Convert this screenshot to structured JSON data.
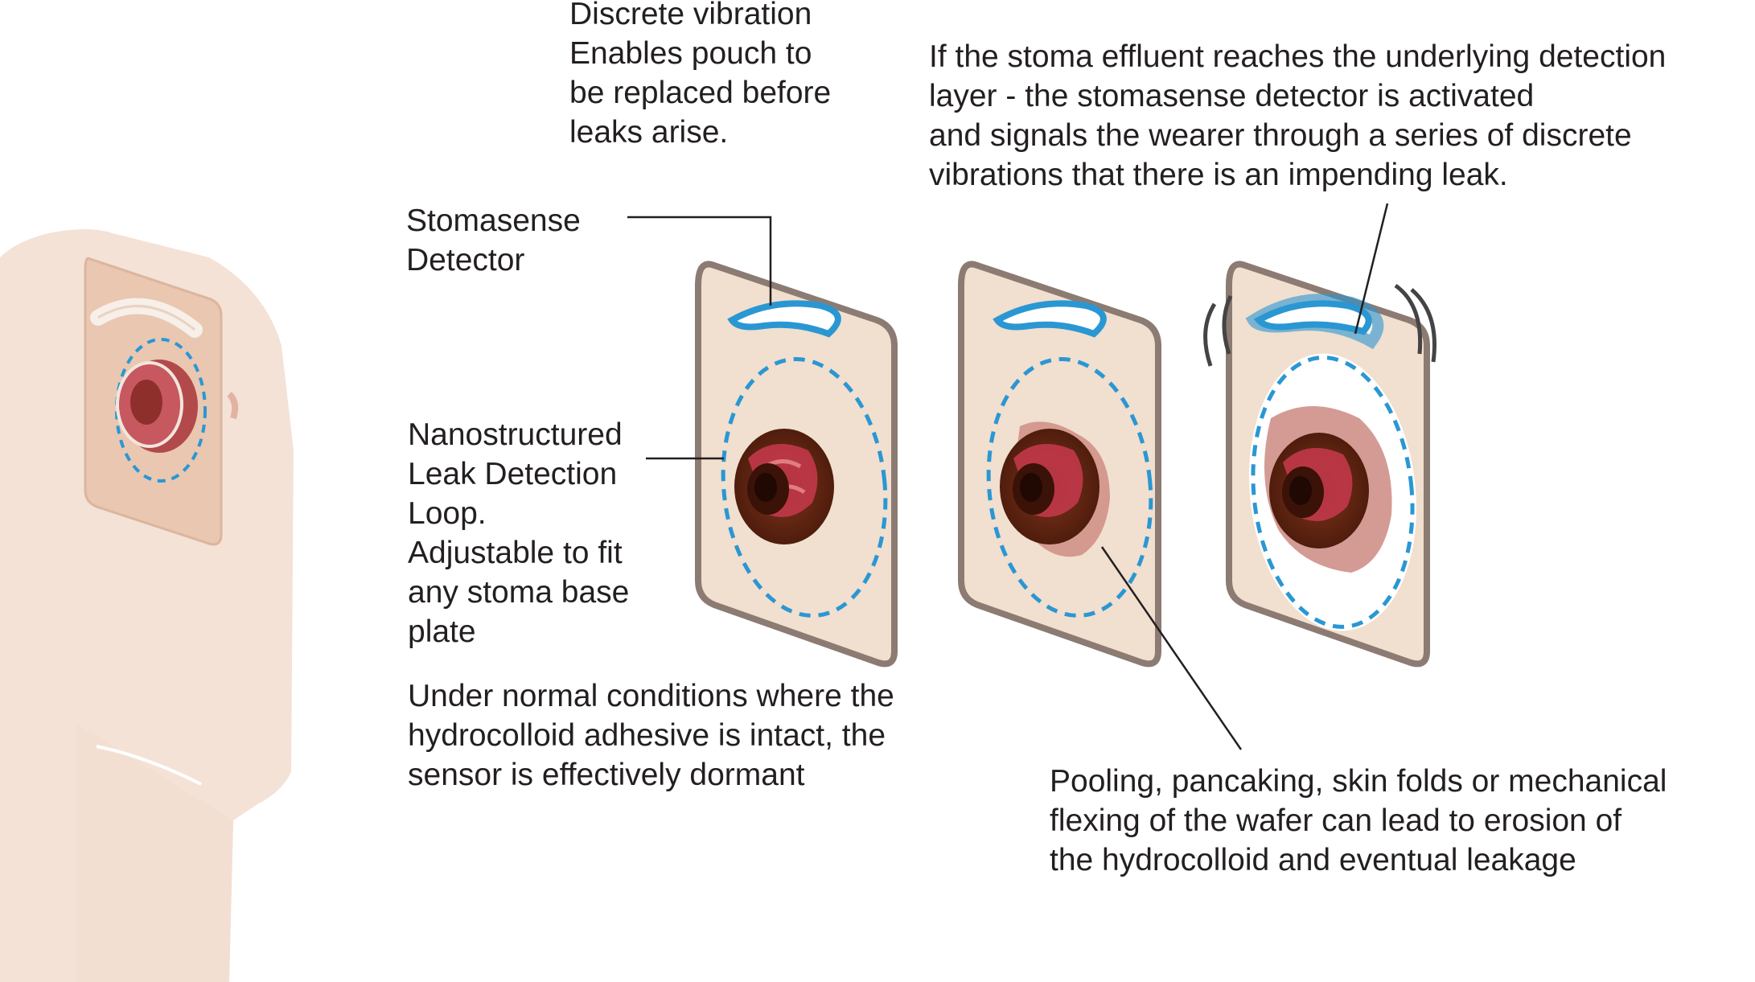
{
  "annotations": {
    "vibration": [
      "Discrete vibration",
      "Enables pouch to",
      "be replaced before",
      "leaks arise."
    ],
    "activation": [
      "If the stoma effluent reaches the underlying detection",
      "layer - the stomasense detector is activated",
      "and signals the wearer through a series of discrete",
      "vibrations that there is an impending leak."
    ],
    "detector": [
      "Stomasense",
      "Detector"
    ],
    "loop": [
      "Nanostructured",
      "Leak Detection",
      "Loop.",
      "Adjustable to fit",
      "any stoma base",
      "plate"
    ],
    "normal": [
      "Under normal conditions where the",
      "hydrocolloid adhesive is intact, the",
      "sensor is effectively dormant"
    ],
    "pooling": [
      "Pooling, pancaking, skin folds or mechanical",
      "flexing of the wafer can lead to erosion of",
      "the hydrocolloid and eventual leakage"
    ]
  },
  "colors": {
    "skin": "#f2dccd",
    "wafer_fill": "#f1dfcf",
    "wafer_border": "#8c7b72",
    "detector_blue": "#2a97d3",
    "stoma_dark": "#6b2a15",
    "stoma_red": "#c2394a",
    "leak_pool": "#c9827a",
    "leader_line": "#231f20"
  }
}
